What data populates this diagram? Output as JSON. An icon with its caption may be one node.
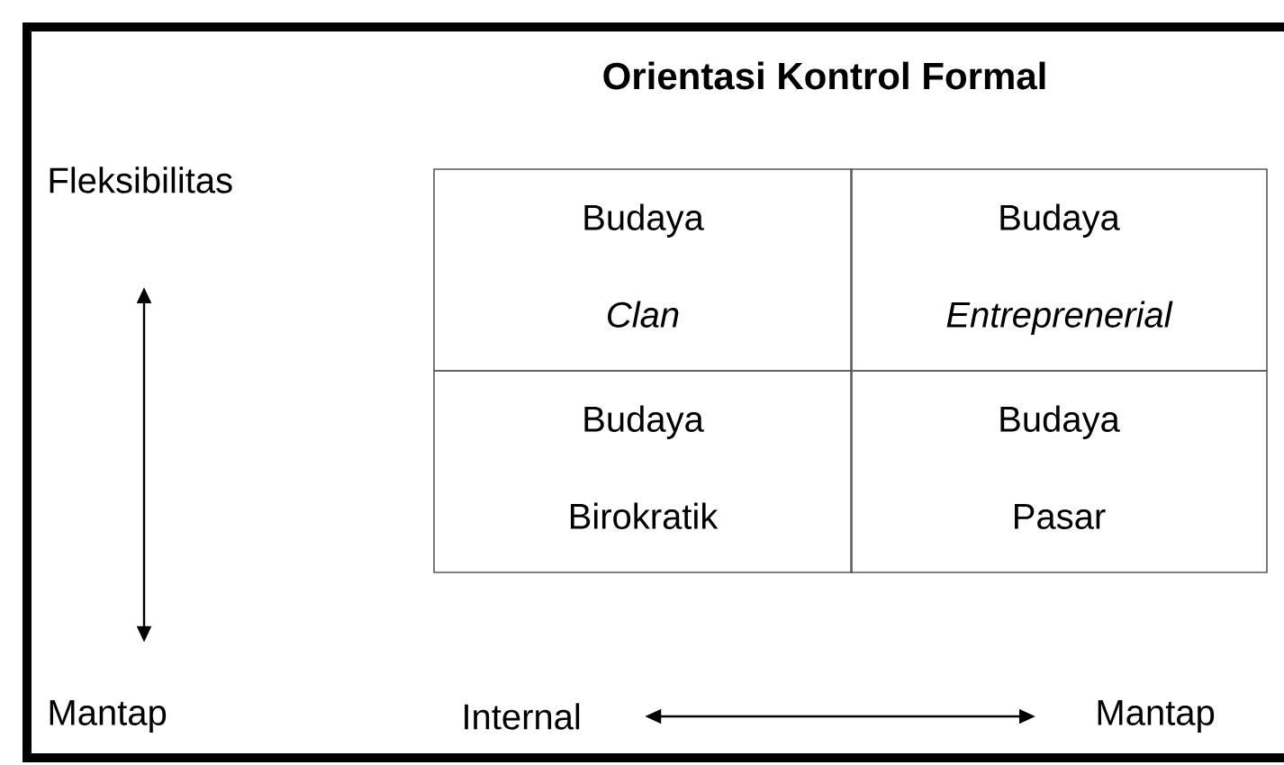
{
  "diagram": {
    "title": "Orientasi Kontrol Formal",
    "nodes": [
      {
        "text": [
          "Budaya",
          "Clan"
        ]
      },
      {
        "text": [
          "Budaya",
          "Entreprenerial"
        ]
      },
      {
        "text": [
          "Budaya",
          "Birokratik"
        ]
      },
      {
        "text": [
          "Budaya",
          "Pasar"
        ]
      },
      {
        "text": [
          "Fleksibilitas"
        ]
      },
      {
        "text": [
          "Mantap"
        ]
      },
      {
        "text": [
          "Internal"
        ]
      },
      {
        "text": [
          "Mantap"
        ]
      }
    ],
    "edges": [
      {
        "from": 4,
        "to": 5,
        "arrow": "both"
      },
      {
        "from": 6,
        "to": 7,
        "arrow": "both"
      }
    ]
  }
}
